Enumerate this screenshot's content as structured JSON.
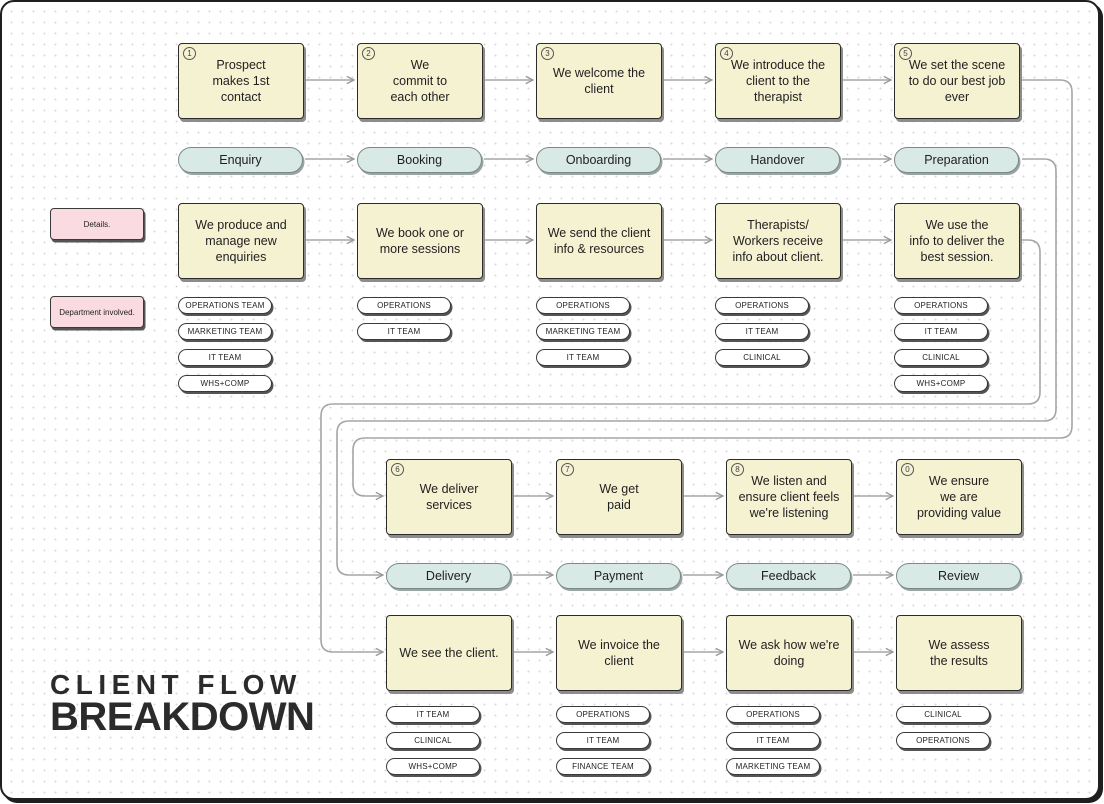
{
  "title": {
    "line1": "CLIENT FLOW",
    "line2": "BREAKDOWN"
  },
  "legend": {
    "details": "Details.",
    "departments": "Department involved."
  },
  "steps": [
    {
      "num": "1",
      "text": "Prospect\nmakes 1st\ncontact",
      "stage": "Enquiry",
      "detail": "We produce and\nmanage new\nenquiries",
      "departments": [
        "OPERATIONS TEAM",
        "MARKETING TEAM",
        "IT TEAM",
        "WHS+COMP"
      ]
    },
    {
      "num": "2",
      "text": "We\ncommit to\neach other",
      "stage": "Booking",
      "detail": "We book one or\nmore sessions",
      "departments": [
        "OPERATIONS",
        "IT TEAM"
      ]
    },
    {
      "num": "3",
      "text": "We welcome the\nclient",
      "stage": "Onboarding",
      "detail": "We send the client\ninfo & resources",
      "departments": [
        "OPERATIONS",
        "MARKETING TEAM",
        "IT TEAM"
      ]
    },
    {
      "num": "4",
      "text": "We introduce the\nclient to the\ntherapist",
      "stage": "Handover",
      "detail": "Therapists/\nWorkers receive\ninfo about client.",
      "departments": [
        "OPERATIONS",
        "IT TEAM",
        "CLINICAL"
      ]
    },
    {
      "num": "5",
      "text": "We set the scene\nto do our best job\never",
      "stage": "Preparation",
      "detail": "We use the\ninfo to deliver the\nbest session.",
      "departments": [
        "OPERATIONS",
        "IT TEAM",
        "CLINICAL",
        "WHS+COMP"
      ]
    },
    {
      "num": "6",
      "text": "We deliver\nservices",
      "stage": "Delivery",
      "detail": "We see the client.",
      "departments": [
        "IT TEAM",
        "CLINICAL",
        "WHS+COMP"
      ]
    },
    {
      "num": "7",
      "text": "We get\npaid",
      "stage": "Payment",
      "detail": "We invoice the\nclient",
      "departments": [
        "OPERATIONS",
        "IT TEAM",
        "FINANCE TEAM"
      ]
    },
    {
      "num": "8",
      "text": "We listen and\nensure client feels\nwe're listening",
      "stage": "Feedback",
      "detail": "We ask how we're\ndoing",
      "departments": [
        "OPERATIONS",
        "IT TEAM",
        "MARKETING TEAM"
      ]
    },
    {
      "num": "0",
      "text": "We ensure\nwe are\nproviding value",
      "stage": "Review",
      "detail": "We assess\nthe results",
      "departments": [
        "CLINICAL",
        "OPERATIONS"
      ]
    }
  ]
}
